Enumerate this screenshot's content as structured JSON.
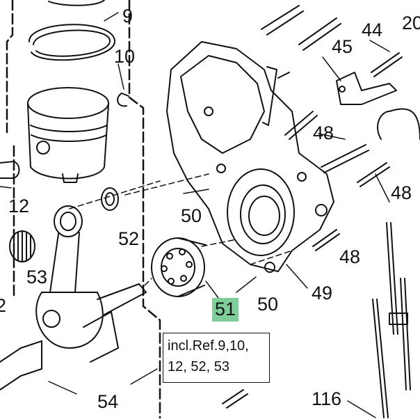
{
  "diagram": {
    "highlight_color": "#7fce9a",
    "line_color": "#111111",
    "callouts": {
      "r9": "9",
      "r10": "10",
      "r12": "12",
      "r20": "20",
      "r44": "44",
      "r45": "45",
      "r48a": "48",
      "r48b": "48",
      "r48c": "48",
      "r49": "49",
      "r50a": "50",
      "r50b": "50",
      "r51": "51",
      "r52": "52",
      "r53": "53",
      "r54": "54",
      "r116": "116",
      "r2": "2"
    },
    "note": {
      "line1": "incl.Ref.9,10,",
      "line2": "12, 52, 53"
    }
  }
}
